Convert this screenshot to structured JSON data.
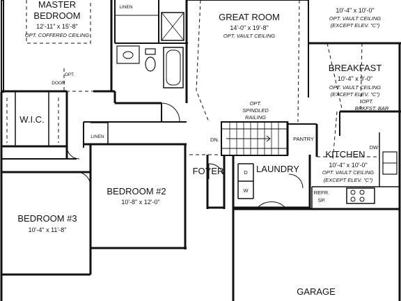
{
  "rooms": {
    "master": {
      "name": "MASTER",
      "name2": "BEDROOM",
      "dims": "12'-11\" x 15'-8\"",
      "note": "OPT. COFFERED CEILING"
    },
    "linen_top": "LINEN",
    "great": {
      "name": "GREAT ROOM",
      "dims": "14'-0\" x 19'-8\"",
      "note": "OPT. VAULT CEILING"
    },
    "dining": {
      "dims": "10'-4\" x 10'-0\"",
      "note": "OPT. VAULT CEILING",
      "note2": "(EXCEPT ELEV. \"C\")"
    },
    "breakfast": {
      "name": "BREAKFAST",
      "dims": "10'-4\" x 9'-0\"",
      "note": "OPT. VAULT CEILING",
      "note2": "(EXCEPT ELEV. \"C\")",
      "note3": "OPT.",
      "note4": "BRKFST. BAR"
    },
    "door_note": {
      "l1": "OPT.",
      "l2": "DOOR"
    },
    "railing": {
      "l1": "OPT.",
      "l2": "SPINDLED",
      "l3": "RAILING"
    },
    "wic": "W.I.C.",
    "linen_mid": "LINEN",
    "dn": "DN.",
    "pantry": "PANTRY",
    "kitchen": {
      "name": "KITCHEN",
      "dims": "10'-4\" x 10'-0\"",
      "note": "OPT. VAULT CEILING",
      "note2": "(EXCEPT ELEV. \"C\")",
      "dw": "DW"
    },
    "foyer": "FOYER",
    "laundry": {
      "name": "LAUNDRY",
      "d": "D",
      "w": "W"
    },
    "refr": {
      "l1": "REFR.",
      "l2": "SP."
    },
    "bed2": {
      "name": "BEDROOM #2",
      "dims": "10'-8\" x 12'-0\""
    },
    "bed3": {
      "name": "BEDROOM #3",
      "dims": "10'-4\" x 11'-8\""
    },
    "garage": "GARAGE"
  }
}
